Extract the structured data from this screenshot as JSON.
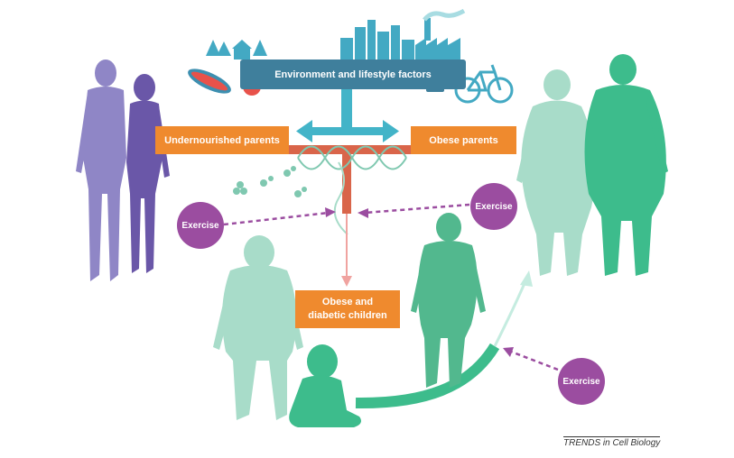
{
  "environment_label": "Environment and lifestyle factors",
  "undernourished_label": "Undernourished parents",
  "obese_parents_label": "Obese parents",
  "children_label_line1": "Obese and",
  "children_label_line2": "diabetic children",
  "exercise_label": "Exercise",
  "caption": "TRENDS in Cell Biology",
  "colors": {
    "purple_figure_1": "#8f86c6",
    "purple_figure_2": "#6a57a8",
    "obese_figure_light": "#a8dcc9",
    "obese_figure_dark": "#3dbc8c",
    "child_figure": "#8ed4b8",
    "orange_box": "#ef8a2e",
    "env_box": "#3f7f9c",
    "exercise_circle": "#9b4da0",
    "teal_arrow": "#43b4c8",
    "red_stem": "#d9654a"
  }
}
